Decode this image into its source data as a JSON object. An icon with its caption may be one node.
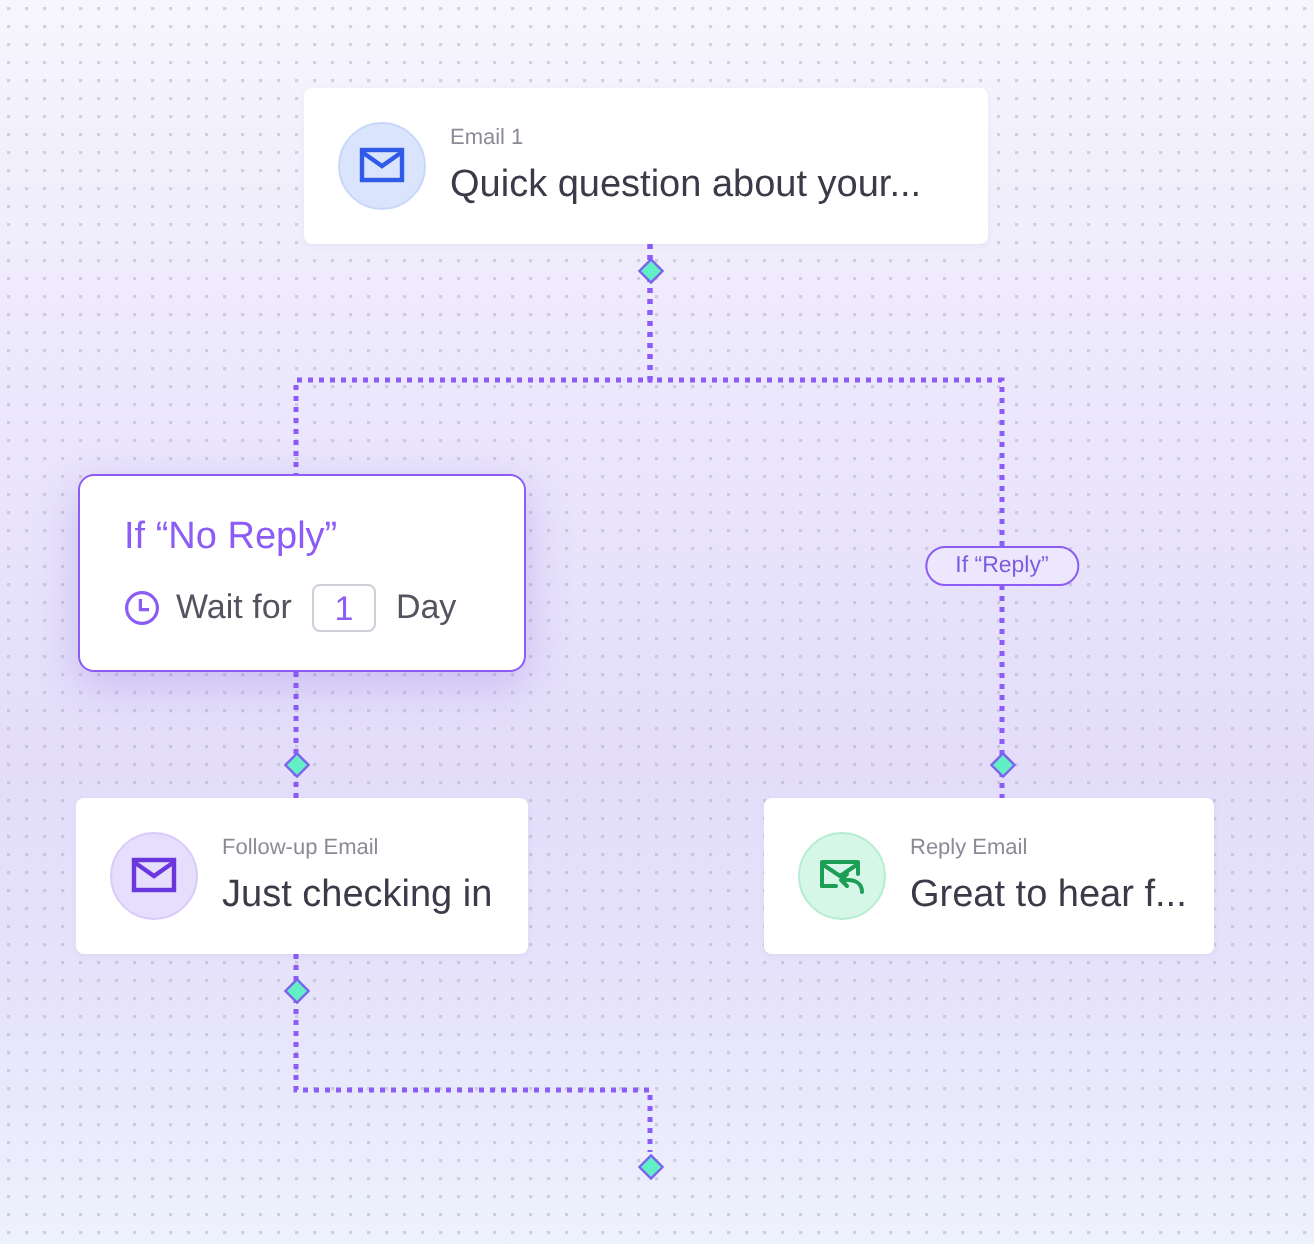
{
  "diagram": {
    "nodes": [
      {
        "text": [
          "Email 1",
          "Quick question about your..."
        ]
      },
      {
        "text": [
          "If “No Reply”",
          "Wait for",
          "Day"
        ]
      },
      {
        "text": [
          "1"
        ],
        "in": 1
      },
      {
        "text": [
          "Follow-up Email",
          "Just checking in"
        ]
      },
      {
        "text": [
          "Reply Email",
          "Great to hear f..."
        ]
      }
    ],
    "edges": [
      {
        "from": 0,
        "to": 1,
        "arrow": "none",
        "style": "dashed"
      },
      {
        "from": 0,
        "to": 4,
        "arrow": "none",
        "style": "dashed",
        "label": "If “Reply”"
      },
      {
        "from": 1,
        "to": 3,
        "arrow": "none",
        "style": "dashed"
      },
      {
        "from": 3,
        "to": null,
        "arrow": "none",
        "style": "dashed"
      }
    ]
  }
}
